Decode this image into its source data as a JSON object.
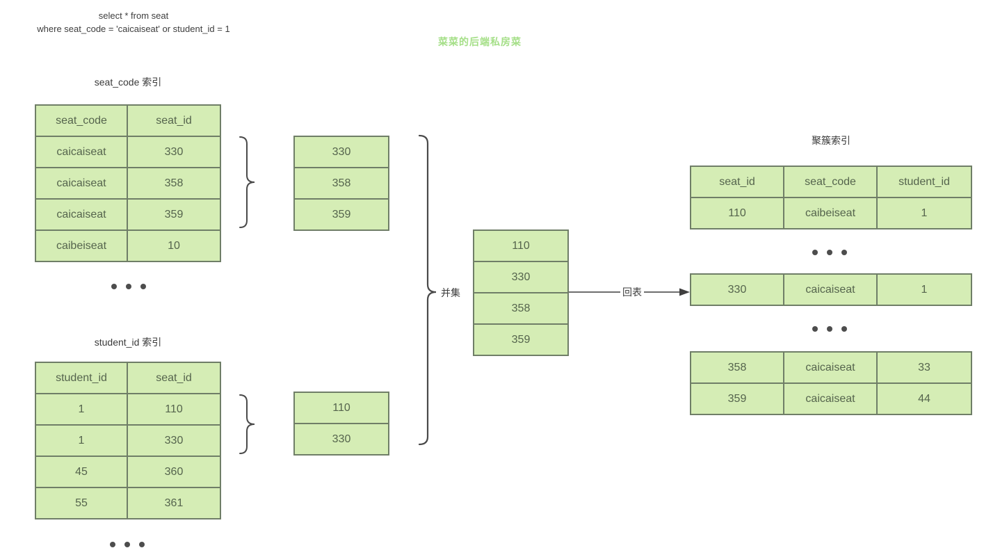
{
  "query": {
    "line1": "select * from seat",
    "line2": "where seat_code = 'caicaiseat' or student_id = 1"
  },
  "watermark": "菜菜的后端私房菜",
  "labels": {
    "seat_code_index_title": "seat_code 索引",
    "student_id_index_title": "student_id 索引",
    "clustered_index_title": "聚簇索引",
    "union_label": "并集",
    "back_to_table_label": "回表"
  },
  "seat_code_index": {
    "headers": [
      "seat_code",
      "seat_id"
    ],
    "rows": [
      [
        "caicaiseat",
        "330"
      ],
      [
        "caicaiseat",
        "358"
      ],
      [
        "caicaiseat",
        "359"
      ],
      [
        "caibeiseat",
        "10"
      ]
    ]
  },
  "seat_code_matches": [
    "330",
    "358",
    "359"
  ],
  "student_id_index": {
    "headers": [
      "student_id",
      "seat_id"
    ],
    "rows": [
      [
        "1",
        "110"
      ],
      [
        "1",
        "330"
      ],
      [
        "45",
        "360"
      ],
      [
        "55",
        "361"
      ]
    ]
  },
  "student_id_matches": [
    "110",
    "330"
  ],
  "union_result": [
    "110",
    "330",
    "358",
    "359"
  ],
  "clustered_index": {
    "headers": [
      "seat_id",
      "seat_code",
      "student_id"
    ],
    "row_first": [
      "110",
      "caibeiseat",
      "1"
    ],
    "row_lookup": [
      "330",
      "caicaiseat",
      "1"
    ],
    "rows_tail": [
      [
        "358",
        "caicaiseat",
        "33"
      ],
      [
        "359",
        "caicaiseat",
        "44"
      ]
    ]
  },
  "colors": {
    "cell_fill": "#d5edb5",
    "cell_border": "#6f7e67",
    "watermark_green": "#a5df88",
    "cell_text": "#55644d",
    "line_color": "#3f3f3f"
  }
}
